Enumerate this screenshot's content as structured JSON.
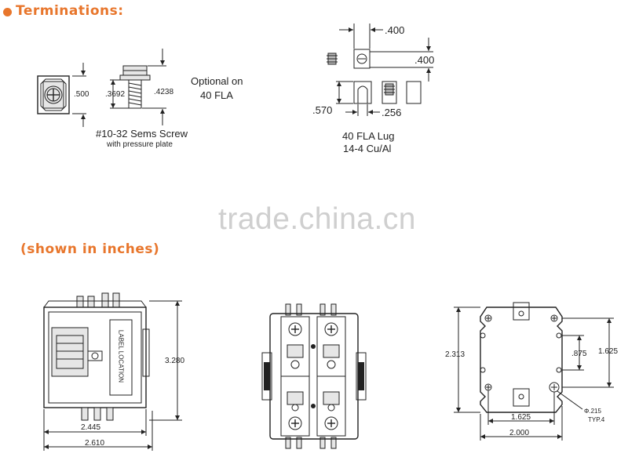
{
  "headings": {
    "terminations": "Terminations:",
    "shown_in_inches": "(shown in inches)"
  },
  "screw": {
    "width_dim": ".500",
    "body_dim": ".3692",
    "overall_dim": ".4238",
    "title": "#10-32 Sems Screw",
    "subtitle": "with pressure plate"
  },
  "optional": {
    "line1": "Optional on",
    "line2": "40  FLA"
  },
  "lug": {
    "top_dim": ".400",
    "right_dim": ".400",
    "height_dim": ".570",
    "width_dim": ".256",
    "title": "40 FLA Lug",
    "subtitle": "14-4 Cu/Al"
  },
  "watermark": "trade.china.cn",
  "side_view": {
    "label": "LABEL LOCATION",
    "height_dim": "3.280",
    "width_inner_dim": "2.445",
    "width_outer_dim": "2.610"
  },
  "base_view": {
    "height_dim": "2.313",
    "hole_height_dim": "1.625",
    "hole_inner_dim": ".875",
    "hole_width_dim": "1.625",
    "width_dim": "2.000",
    "hole_dia_dim": "Φ.215",
    "hole_count": "TYP.4"
  }
}
